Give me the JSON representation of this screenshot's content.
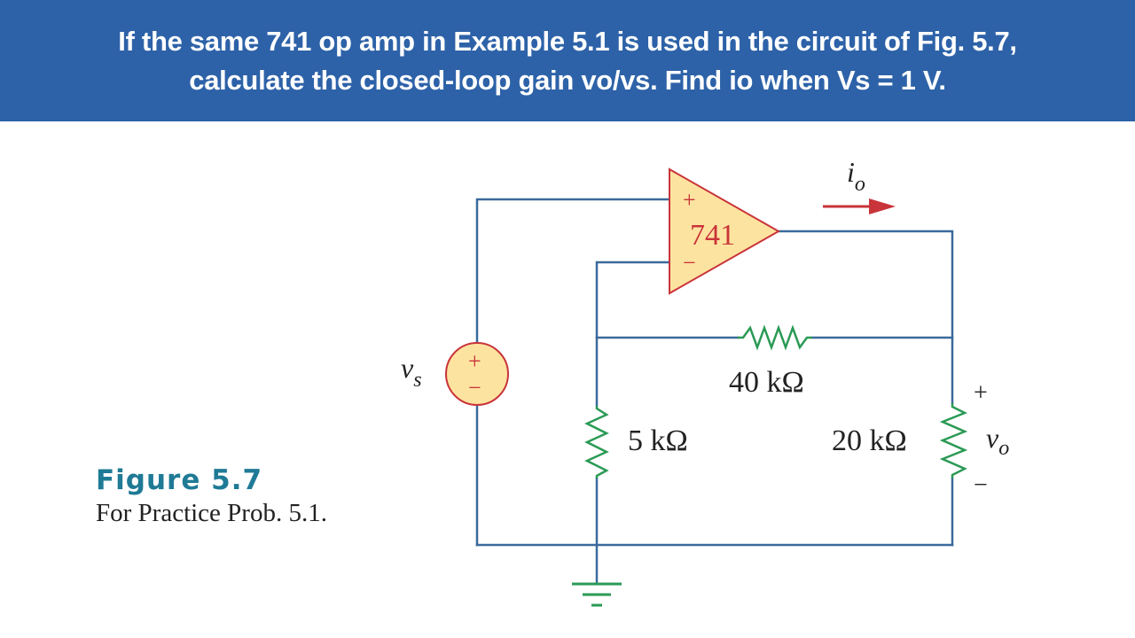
{
  "problem": {
    "line1": "If the same 741 op amp in Example 5.1 is used in the circuit of Fig. 5.7,",
    "line2": "calculate the closed-loop gain vo/vs. Find io when Vs =  1 V."
  },
  "circuit": {
    "opamp_label": "741",
    "opamp_plus": "+",
    "opamp_minus": "−",
    "source_label": "v",
    "source_subscript": "s",
    "source_plus": "+",
    "source_minus": "−",
    "current_label": "i",
    "current_subscript": "o",
    "r_feedback": "40 kΩ",
    "r_ground": "5 kΩ",
    "r_load": "20 kΩ",
    "vo_label": "v",
    "vo_subscript": "o",
    "vo_plus": "+",
    "vo_minus": "−"
  },
  "caption": {
    "figure": "Figure 5.7",
    "subtitle": "For Practice Prob. 5.1."
  },
  "colors": {
    "banner": "#2d62a8",
    "wire": "#3a6a9c",
    "resistor": "#2a9a55",
    "component_fill": "#fde3a0",
    "component_stroke": "#c9343a",
    "arrow": "#c9343a",
    "caption_accent": "#1f7a96"
  }
}
